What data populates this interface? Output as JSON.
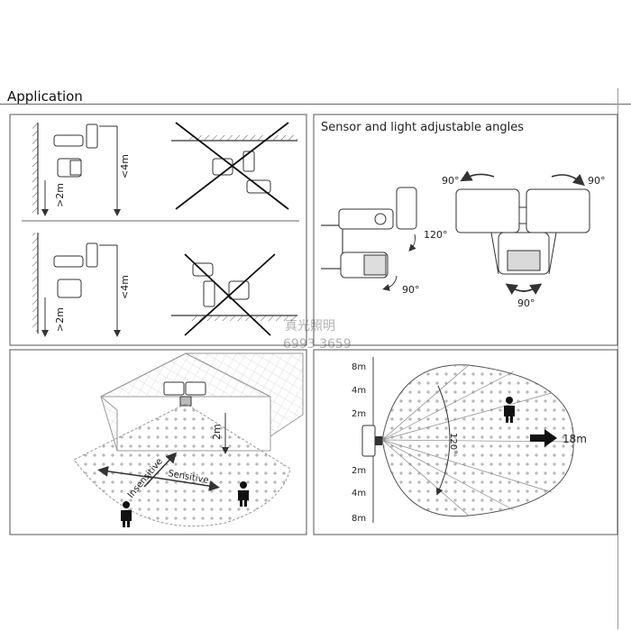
{
  "title": "Application",
  "panel_b": {
    "title": "Sensor and light adjustable angles",
    "angles": [
      "90°",
      "90°",
      "120°",
      "90°",
      "90°"
    ]
  },
  "panel_a": {
    "height_labels": [
      ">2m",
      "<4m",
      ">2m",
      "<4m"
    ]
  },
  "panel_c": {
    "height_label": "2m",
    "insensitive": "Insensitive",
    "sensitive": "Sensitive"
  },
  "panel_d": {
    "range_labels": [
      "8m",
      "4m",
      "2m",
      "2m",
      "4m",
      "8m"
    ],
    "arc_label": "120°",
    "distance_label": "18m"
  },
  "watermark": {
    "line1": "真光照明",
    "line2": "6993 3659"
  }
}
